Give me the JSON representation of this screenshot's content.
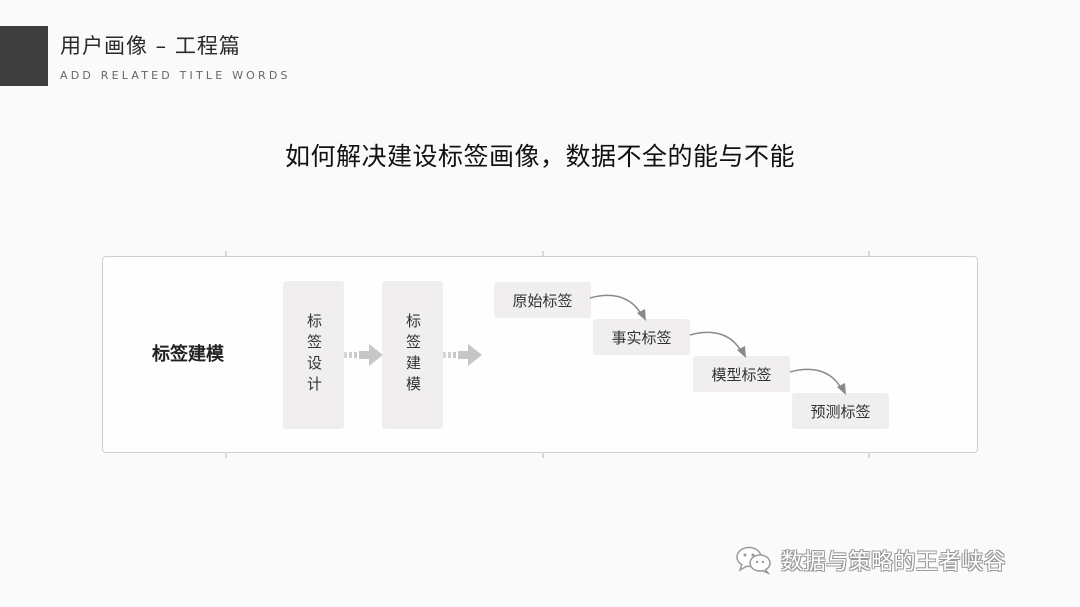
{
  "header": {
    "title": "用户画像 – 工程篇",
    "subtitle": "ADD RELATED TITLE WORDS"
  },
  "heading": "如何解决建设标签画像，数据不全的能与不能",
  "diagram": {
    "label": "标签建模",
    "vertical_steps": [
      {
        "text": "标签设计"
      },
      {
        "text": "标签建模"
      }
    ],
    "stairs": [
      {
        "text": "原始标签"
      },
      {
        "text": "事实标签"
      },
      {
        "text": "模型标签"
      },
      {
        "text": "预测标签"
      }
    ]
  },
  "watermark": {
    "icon": "wechat-icon",
    "text": "数据与策略的王者峡谷"
  },
  "colors": {
    "header_block": "#3f3f3f",
    "box_fill": "#f0eeef",
    "arrow": "#c9c9c9",
    "curve": "#8a8a8a"
  }
}
